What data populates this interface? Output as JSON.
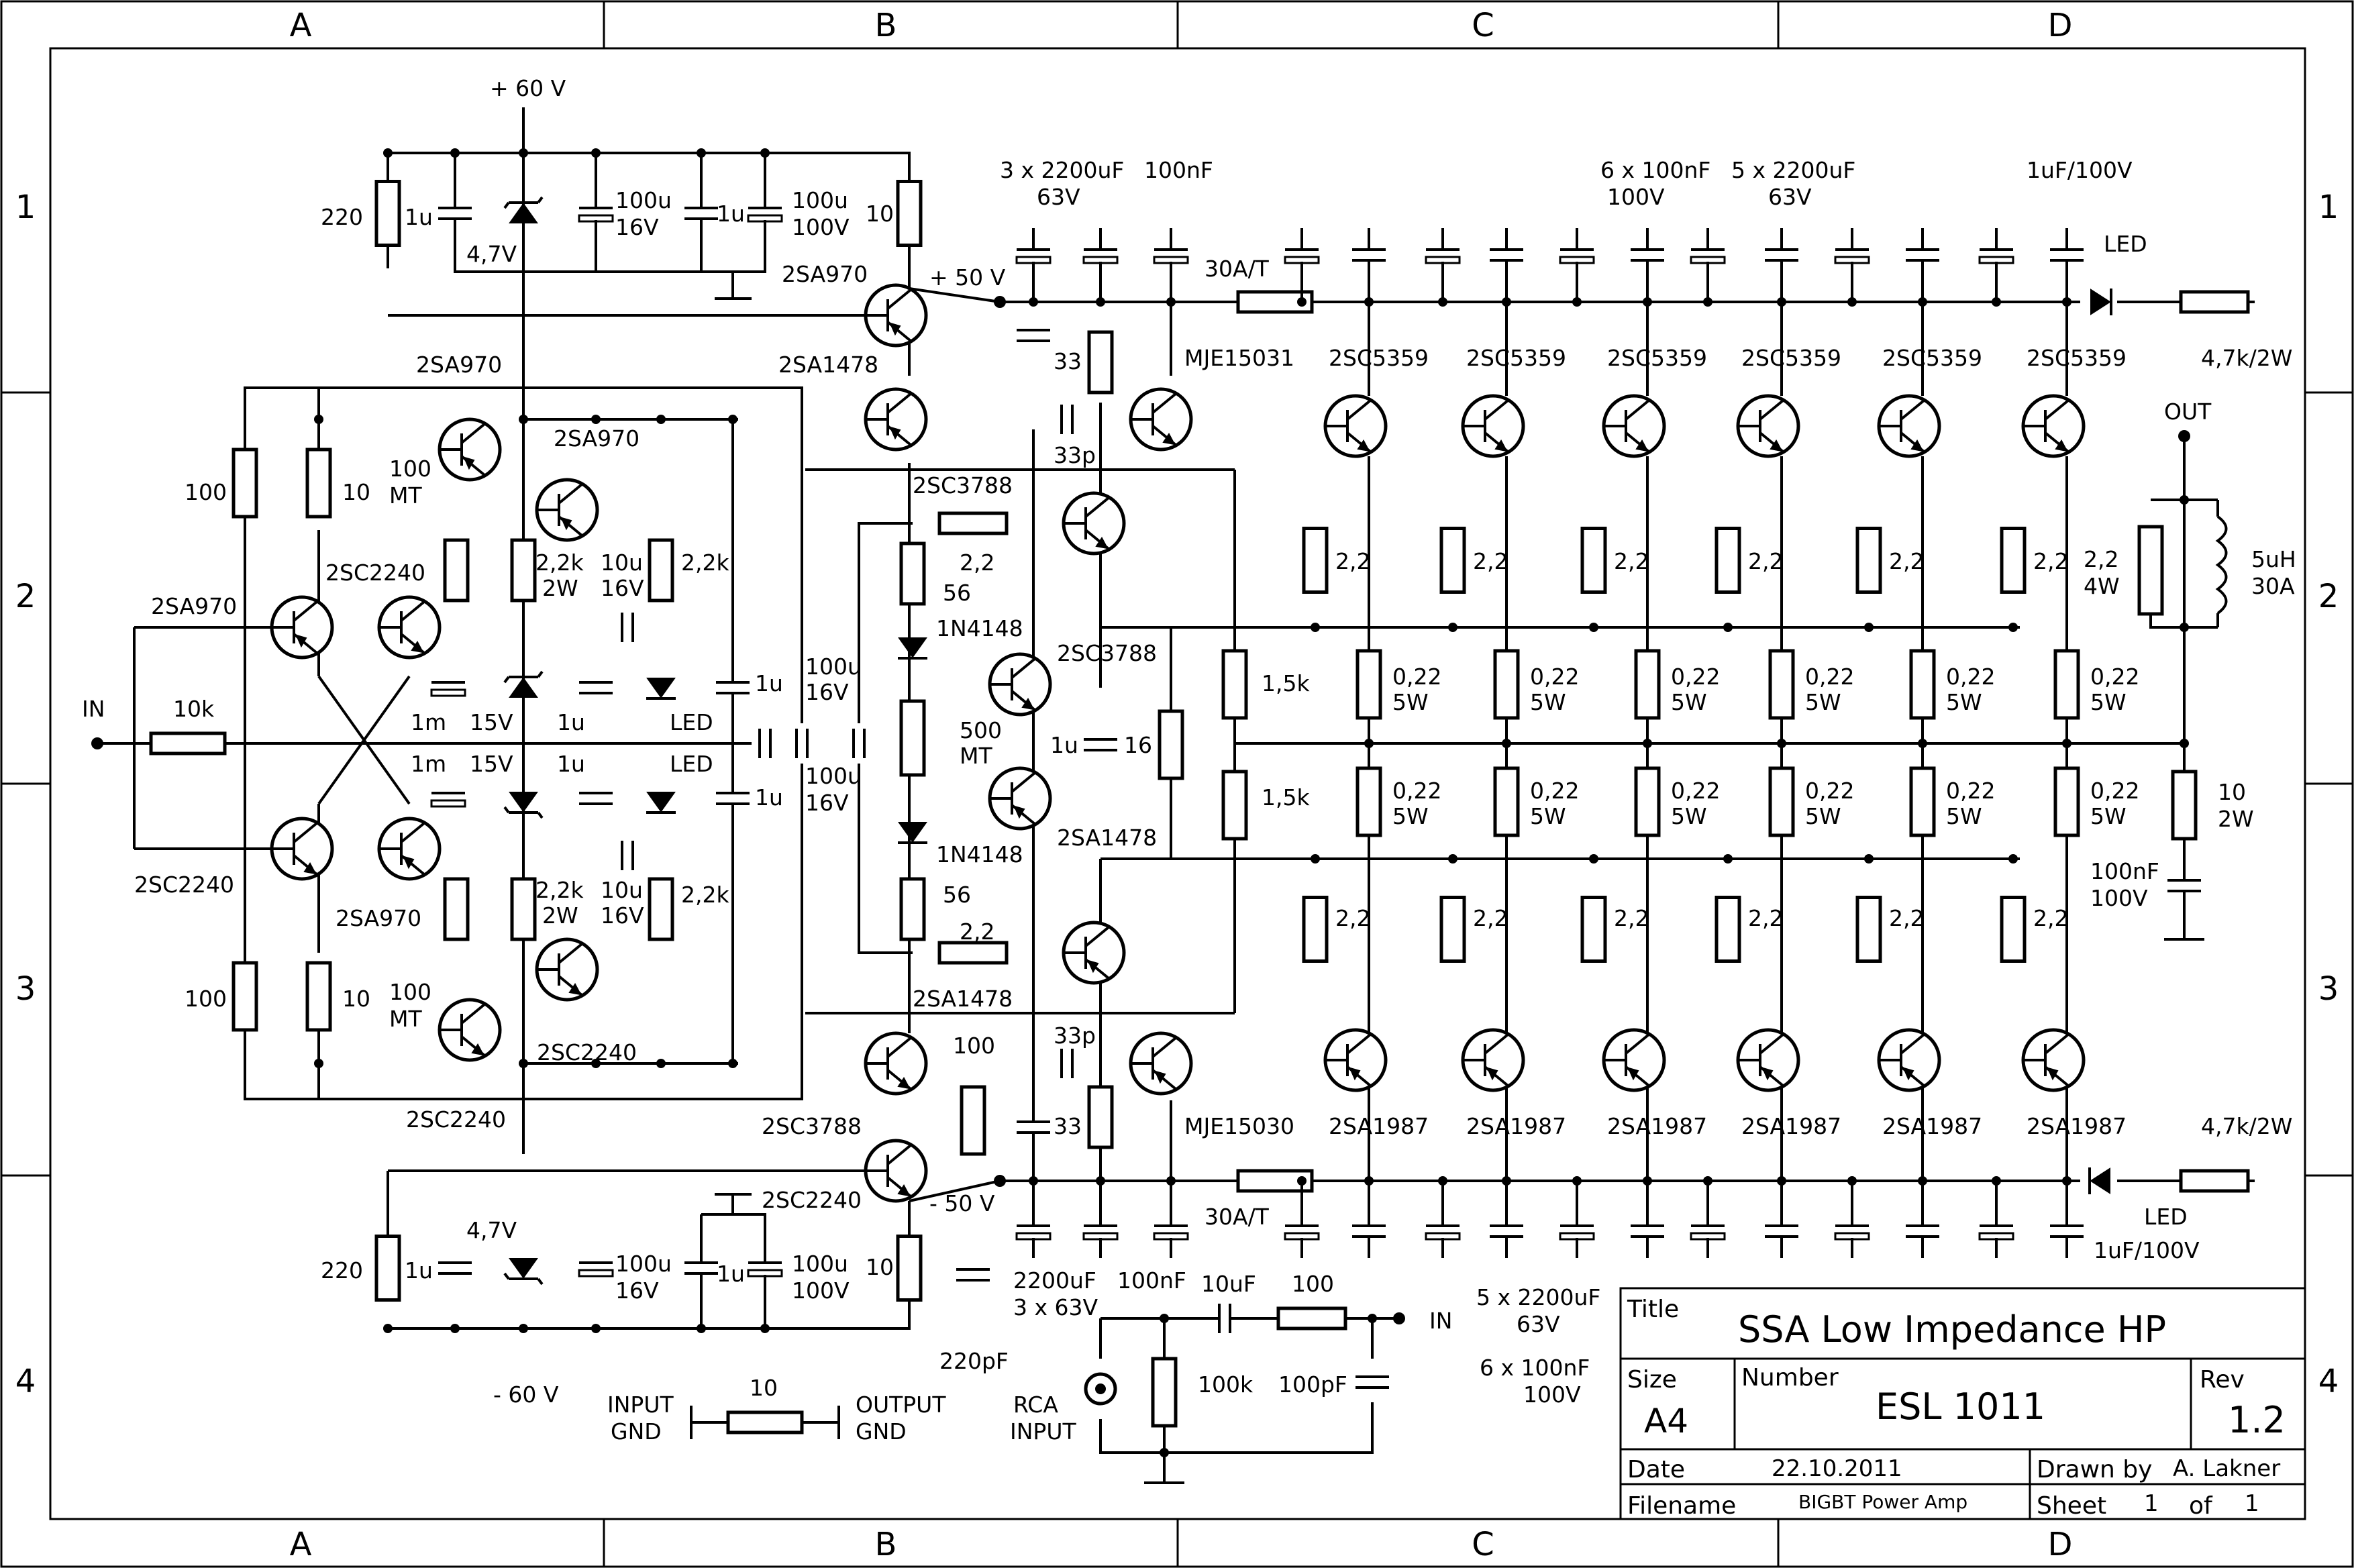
{
  "frame": {
    "columns": [
      "A",
      "B",
      "C",
      "D"
    ],
    "rows": [
      "1",
      "2",
      "3",
      "4"
    ]
  },
  "title_block": {
    "title_label": "Title",
    "title": "SSA Low Impedance HP",
    "size_label": "Size",
    "size": "A4",
    "number_label": "Number",
    "number": "ESL 1011",
    "rev_label": "Rev",
    "rev": "1.2",
    "date_label": "Date",
    "date": "22.10.2011",
    "drawn_label": "Drawn by",
    "drawn_by": "A. Lakner",
    "filename_label": "Filename",
    "filename": "BIGBT Power Amp",
    "sheet_label": "Sheet",
    "sheet": "1",
    "of_label": "of",
    "of": "1"
  },
  "rails": {
    "pos60": "+ 60 V",
    "neg60": "- 60 V",
    "pos50": "+ 50 V",
    "neg50": "- 50 V",
    "in": "IN",
    "out": "OUT",
    "rca_in": "IN"
  },
  "supply_top": {
    "r220": "220",
    "c1u_a": "1u",
    "z47": "4,7V",
    "c100u_a1": "100u",
    "c100u_a2": "16V",
    "c1u_b": "1u",
    "c100u_b1": "100u",
    "c100u_b2": "100V",
    "r10": "10",
    "q2sa970": "2SA970"
  },
  "supply_bot": {
    "r220": "220",
    "c1u_a": "1u",
    "z47": "4,7V",
    "c100u_a1": "100u",
    "c100u_a2": "16V",
    "c1u_b": "1u",
    "c100u_b1": "100u",
    "c100u_b2": "100V",
    "r10": "10",
    "q2sc2240": "2SC2240"
  },
  "input_stage": {
    "r10k": "10k",
    "q_upper_left": "2SA970",
    "q_upper_mid": "2SC2240",
    "q_upper_top": "2SA970",
    "q_lower_left": "2SC2240",
    "q_lower_mid": "2SA970",
    "q_lower_bot": "2SC2240",
    "r100_top": "100",
    "r10_top": "10",
    "r100_bot": "100",
    "r10_bot": "10",
    "q_top_cascode": "2SA970",
    "q_bot_cascode": "2SC2240",
    "trim_top_a": "100",
    "trim_top_b": "MT",
    "trim_bot_a": "100",
    "trim_bot_b": "MT",
    "r22k_2w_a": "2,2k",
    "r22k_2w_b": "2W",
    "r22k_2w_c": "2,2k",
    "r22k_2w_d": "2W",
    "c10u_top_a": "10u",
    "c10u_top_b": "16V",
    "c10u_bot_a": "10u",
    "c10u_bot_b": "16V",
    "r22k_top": "2,2k",
    "r22k_bot": "2,2k",
    "c1m_top": "1m",
    "c1m_bot": "1m",
    "z15_top": "15V",
    "z15_bot": "15V",
    "c1u_top": "1u",
    "c1u_bot": "1u",
    "led_top": "LED",
    "led_bot": "LED",
    "c1u_r_top": "1u",
    "c1u_r_bot": "1u",
    "c100u_top_a": "100u",
    "c100u_top_b": "16V",
    "c100u_bot_a": "100u",
    "c100u_bot_b": "16V"
  },
  "driver_stage": {
    "q_2sa1478_top": "2SA1478",
    "q_2sa1478_bot": "2SA1478",
    "q_2sc3788_top": "2SC3788",
    "q_2sc3788_bot": "2SC3788",
    "q_2sc3788_vbe": "2SC3788",
    "q_2sa1478_vbe": "2SA1478",
    "r22_top": "2,2",
    "r22_bot": "2,2",
    "r56_top": "56",
    "r56_bot": "56",
    "d_top": "1N4148",
    "d_bot": "1N4148",
    "pot_a": "500",
    "pot_b": "MT",
    "c1u": "1u",
    "r16": "16",
    "c33p_top": "33p",
    "c33p_bot": "33p",
    "c33_top": "33",
    "c33_bot": "33",
    "r100": "100",
    "c220p": "220pF",
    "r15k_top": "1,5k",
    "r15k_bot": "1,5k",
    "mje_top": "MJE15031",
    "mje_bot": "MJE15030"
  },
  "output_stage": {
    "caps_top_a": "3 x 2200uF",
    "caps_top_b": "63V",
    "c100n_top": "100nF",
    "caps_top_c": "6 x 100nF",
    "caps_top_d": "100V",
    "caps_top_e": "5 x 2200uF",
    "caps_top_f": "63V",
    "c1u100v_top": "1uF/100V",
    "fuse_top": "30A/T",
    "fuse_bot": "30A/T",
    "led_top": "LED",
    "led_bot": "LED",
    "r47k_top": "4,7k/2W",
    "r47k_bot": "4,7k/2W",
    "npn": "2SC5359",
    "pnp": "2SA1987",
    "r22": "2,2",
    "re_a": "0,22",
    "re_b": "5W",
    "r22_4w_a": "2,2",
    "r22_4w_b": "4W",
    "l_a": "5uH",
    "l_b": "30A",
    "r10_2w_a": "10",
    "r10_2w_b": "2W",
    "c100n_zobel_a": "100nF",
    "c100n_zobel_b": "100V",
    "caps_bot_a": "2200uF",
    "caps_bot_b": "3 x 63V",
    "c100n_bot": "100nF",
    "c1u100v_bot": "1uF/100V",
    "caps_bot_c": "5 x 2200uF",
    "caps_bot_d": "63V",
    "caps_bot_e": "6 x 100nF",
    "caps_bot_f": "100V"
  },
  "rca_section": {
    "c10u": "10uF",
    "r100": "100",
    "r100k": "100k",
    "c100p": "100pF",
    "rca_a": "RCA",
    "rca_b": "INPUT"
  },
  "gnd_link": {
    "in_a": "INPUT",
    "in_b": "GND",
    "r10": "10",
    "out_a": "OUTPUT",
    "out_b": "GND"
  }
}
